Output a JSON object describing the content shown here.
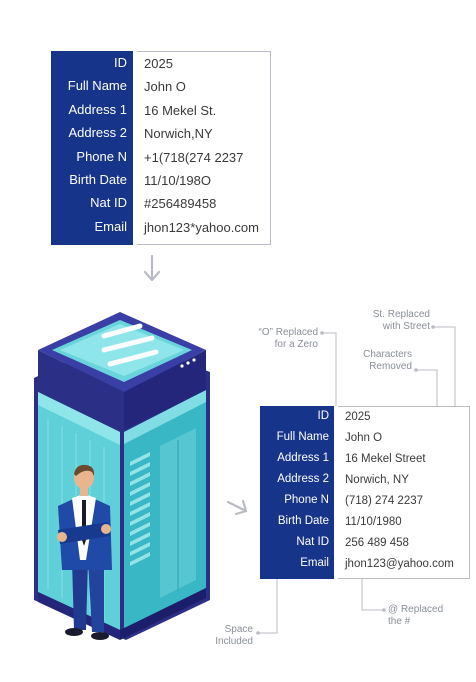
{
  "original_record": {
    "fields": [
      {
        "label": "ID",
        "value": "2025"
      },
      {
        "label": "Full Name",
        "value": "John O"
      },
      {
        "label": "Address 1",
        "value": "16 Mekel St."
      },
      {
        "label": "Address 2",
        "value": "Norwich,NY"
      },
      {
        "label": "Phone N",
        "value": "+1(718(274 2237"
      },
      {
        "label": "Birth Date",
        "value": "11/10/198O"
      },
      {
        "label": "Nat ID",
        "value": "#256489458"
      },
      {
        "label": "Email",
        "value": "jhon123*yahoo.com"
      }
    ]
  },
  "cleaned_record": {
    "fields": [
      {
        "label": "ID",
        "value": "2025"
      },
      {
        "label": "Full Name",
        "value": "John O"
      },
      {
        "label": "Address 1",
        "value": "16 Mekel Street"
      },
      {
        "label": "Address 2",
        "value": "Norwich, NY"
      },
      {
        "label": "Phone N",
        "value": "(718) 274 2237"
      },
      {
        "label": "Birth Date",
        "value": "11/10/1980"
      },
      {
        "label": "Nat ID",
        "value": "256 489 458"
      },
      {
        "label": "Email",
        "value": "jhon123@yahoo.com"
      }
    ]
  },
  "annotations": {
    "zero_replaced": [
      "“O” Replaced",
      "for a Zero"
    ],
    "street_replaced": [
      "St. Replaced",
      "with Street"
    ],
    "characters_removed": [
      "Characters",
      "Removed"
    ],
    "space_included": [
      "Space",
      "Included"
    ],
    "at_replaced": [
      "@ Replaced",
      "the #"
    ]
  },
  "colors": {
    "label_bg": "#16348a",
    "server_dark": "#2b2f86",
    "server_glass": "#5fd0d8",
    "annotation_line": "#b9bcc4"
  }
}
